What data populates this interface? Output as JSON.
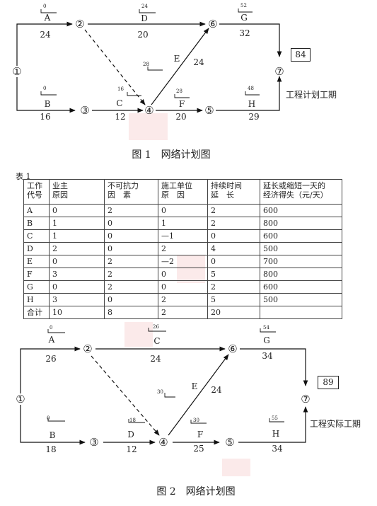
{
  "fig1": {
    "caption": "图 1　网络计划图",
    "nodes": [
      "①",
      "②",
      "③",
      "④",
      "⑤",
      "⑥",
      "⑦"
    ],
    "activities": {
      "A": {
        "name": "A",
        "dur": "24",
        "start": "0"
      },
      "B": {
        "name": "B",
        "dur": "16",
        "start": "0"
      },
      "C": {
        "name": "C",
        "dur": "12",
        "start": "16"
      },
      "D": {
        "name": "D",
        "dur": "20",
        "start": "24"
      },
      "E": {
        "name": "E",
        "dur": "24",
        "start": "28"
      },
      "F": {
        "name": "F",
        "dur": "20",
        "start": "28"
      },
      "G": {
        "name": "G",
        "dur": "32",
        "start": "52"
      },
      "H": {
        "name": "H",
        "dur": "29",
        "start": "48"
      }
    },
    "total": "84",
    "total_label": "工程计划工期"
  },
  "table": {
    "label": "表 1",
    "headers": [
      [
        "工作",
        "代号"
      ],
      [
        "业主",
        "原因"
      ],
      [
        "不可抗力",
        "因　素"
      ],
      [
        "施工单位",
        "原　因"
      ],
      [
        "持续时间",
        "延　长"
      ],
      [
        "延长或缩短一天的",
        "经济得失（元/天）"
      ]
    ],
    "rows": [
      [
        "A",
        "0",
        "2",
        "0",
        "2",
        "600"
      ],
      [
        "B",
        "1",
        "0",
        "1",
        "2",
        "800"
      ],
      [
        "C",
        "1",
        "0",
        "—1",
        "0",
        "600"
      ],
      [
        "D",
        "2",
        "0",
        "2",
        "4",
        "500"
      ],
      [
        "E",
        "0",
        "2",
        "—2",
        "0",
        "700"
      ],
      [
        "F",
        "3",
        "2",
        "0",
        "5",
        "800"
      ],
      [
        "G",
        "0",
        "2",
        "0",
        "2",
        "600"
      ],
      [
        "H",
        "3",
        "0",
        "2",
        "5",
        "500"
      ],
      [
        "合计",
        "10",
        "8",
        "2",
        "20",
        ""
      ]
    ]
  },
  "fig2": {
    "caption": "图 2　网络计划图",
    "nodes": [
      "①",
      "②",
      "③",
      "④",
      "⑤",
      "⑥",
      "⑦"
    ],
    "activities": {
      "A": {
        "name": "A",
        "dur": "26",
        "start": "0"
      },
      "B": {
        "name": "B",
        "dur": "18",
        "start": "0"
      },
      "C": {
        "name": "C",
        "dur": "24",
        "start": "26"
      },
      "D": {
        "name": "D",
        "dur": "12",
        "start": "18"
      },
      "E": {
        "name": "E",
        "dur": "24",
        "start": "30"
      },
      "F": {
        "name": "F",
        "dur": "25",
        "start": "30"
      },
      "G": {
        "name": "G",
        "dur": "34",
        "start": "54"
      },
      "H": {
        "name": "H",
        "dur": "34",
        "start": "55"
      }
    },
    "total": "89",
    "total_label": "工程实际工期"
  }
}
